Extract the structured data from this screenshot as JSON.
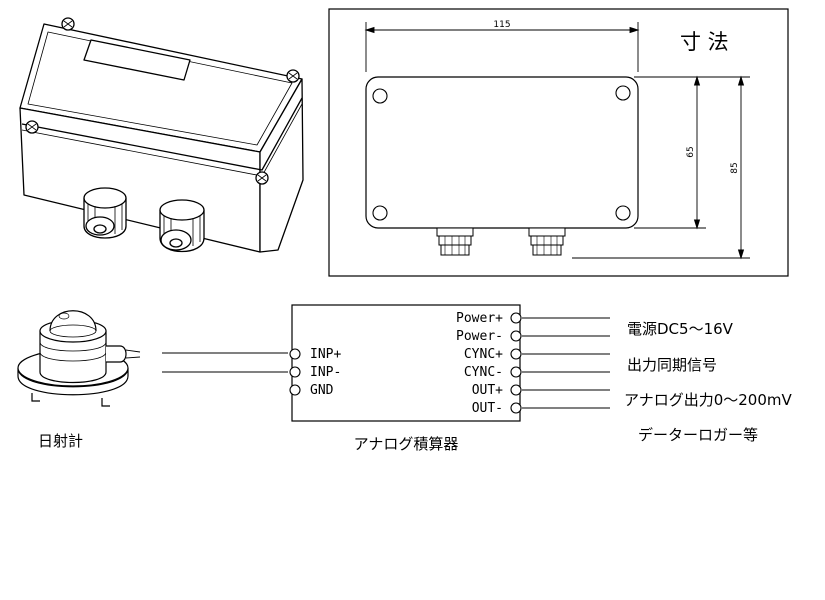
{
  "dimension_panel": {
    "title": "寸 法",
    "width_label": "115",
    "inner_height_label": "65",
    "outer_height_label": "85"
  },
  "sensor": {
    "label": "日射計"
  },
  "integrator": {
    "label": "アナログ積算器",
    "inputs": [
      "INP+",
      "INP-",
      "GND"
    ],
    "outputs": [
      "Power+",
      "Power-",
      "CYNC+",
      "CYNC-",
      "OUT+",
      "OUT-"
    ]
  },
  "connections": {
    "power": "電源DC5～16V",
    "sync": "出力同期信号",
    "analog_out": "アナログ出力0～200mV",
    "logger": "データーロガー等"
  }
}
